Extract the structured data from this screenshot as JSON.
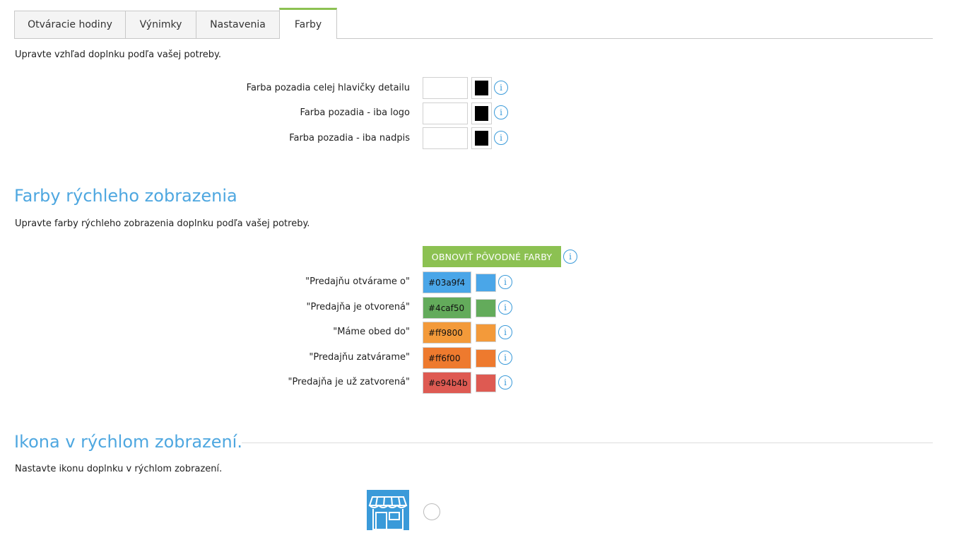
{
  "tabs": [
    {
      "label": "Otváracie hodiny"
    },
    {
      "label": "Výnimky"
    },
    {
      "label": "Nastavenia"
    },
    {
      "label": "Farby"
    }
  ],
  "intro": "Upravte vzhľad doplnku podľa vašej potreby.",
  "header_colors": [
    {
      "label": "Farba pozadia celej hlavičky detailu",
      "value": "",
      "swatch": "#000000"
    },
    {
      "label": "Farba pozadia - iba logo",
      "value": "",
      "swatch": "#000000"
    },
    {
      "label": "Farba pozadia - iba nadpis",
      "value": "",
      "swatch": "#000000"
    }
  ],
  "quick_view": {
    "title": "Farby rýchleho zobrazenia",
    "description": "Upravte farby rýchleho zobrazenia doplnku podľa vašej potreby.",
    "reset_button": "OBNOVIŤ PÔVODNÉ FARBY",
    "items": [
      {
        "label": "\"Predajňu otvárame o\"",
        "value": "#03a9f4",
        "color": "#4aa6e8"
      },
      {
        "label": "\"Predajňa je otvorená\"",
        "value": "#4caf50",
        "color": "#63ab5b"
      },
      {
        "label": "\"Máme obed do\"",
        "value": "#ff9800",
        "color": "#f39a3a"
      },
      {
        "label": "\"Predajňu zatvárame\"",
        "value": "#ff6f00",
        "color": "#ee7a2e"
      },
      {
        "label": "\"Predajňa je už zatvorená\"",
        "value": "#e94b4b",
        "color": "#de5a52"
      }
    ]
  },
  "icon_section": {
    "title": "Ikona v rýchlom zobrazení.",
    "description": "Nastavte ikonu doplnku v rýchlom zobrazení."
  },
  "info_symbol": "i",
  "colors": {
    "accent_green": "#8cc152",
    "title_blue": "#4ea7e0",
    "info_blue": "#3a9ad9",
    "store_icon_bg": "#3a9ad9"
  },
  "icons": [
    "info-icon",
    "store-icon",
    "radio-button"
  ]
}
